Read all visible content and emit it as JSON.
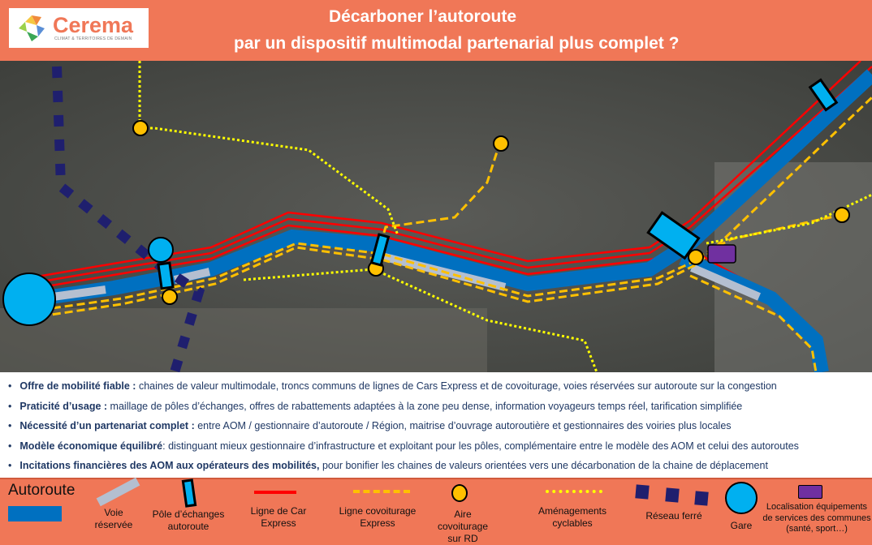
{
  "header": {
    "logo_name": "Cerema",
    "logo_tagline": "CLIMAT & TERRITOIRES DE DEMAIN",
    "title_line1": "Décarboner l’autoroute",
    "title_line2": "par un dispositif multimodal partenarial plus complet ?"
  },
  "bullets": [
    {
      "bold": "Offre de mobilité fiable :",
      "text": " chaines de valeur multimodale, troncs communs de lignes de Cars Express et de covoiturage, voies réservées sur autoroute sur la congestion"
    },
    {
      "bold": "Praticité d’usage :",
      "text": " maillage de pôles d’échanges, offres de rabattements adaptées à la zone peu dense, information voyageurs temps réel, tarification simplifiée"
    },
    {
      "bold": "Nécessité d’un partenariat complet :",
      "text": " entre AOM / gestionnaire d’autoroute / Région, maitrise d’ouvrage autoroutière et gestionnaires des voiries plus locales"
    },
    {
      "bold": "Modèle économique équilibré",
      "text": ": distinguant mieux gestionnaire d’infrastructure et exploitant pour les pôles, complémentaire entre le modèle des AOM et celui des autoroutes"
    },
    {
      "bold": "Incitations financières des AOM aux opérateurs des mobilités,",
      "text": " pour bonifier les chaines de valeurs orientées vers une décarbonation de la chaine de déplacement"
    }
  ],
  "legend": {
    "autoroute": "Autoroute",
    "voie": "Voie réservée",
    "pole": "Pôle d’échanges autoroute",
    "car": "Ligne de Car Express",
    "covoit": "Ligne covoiturage Express",
    "aire": "Aire covoiturage sur RD",
    "cycl": "Aménagements cyclables",
    "fer": "Réseau ferré",
    "gare": "Gare",
    "equip": "Localisation équipements de services des communes (santé, sport…)"
  },
  "colors": {
    "autoroute": "#0070c0",
    "car": "#ff0000",
    "covoit": "#ffc000",
    "cycl": "#ffff00",
    "fer": "#1f1f6e",
    "gare": "#00b0f0",
    "equip": "#7030a0",
    "voie": "#b4bfd0"
  }
}
